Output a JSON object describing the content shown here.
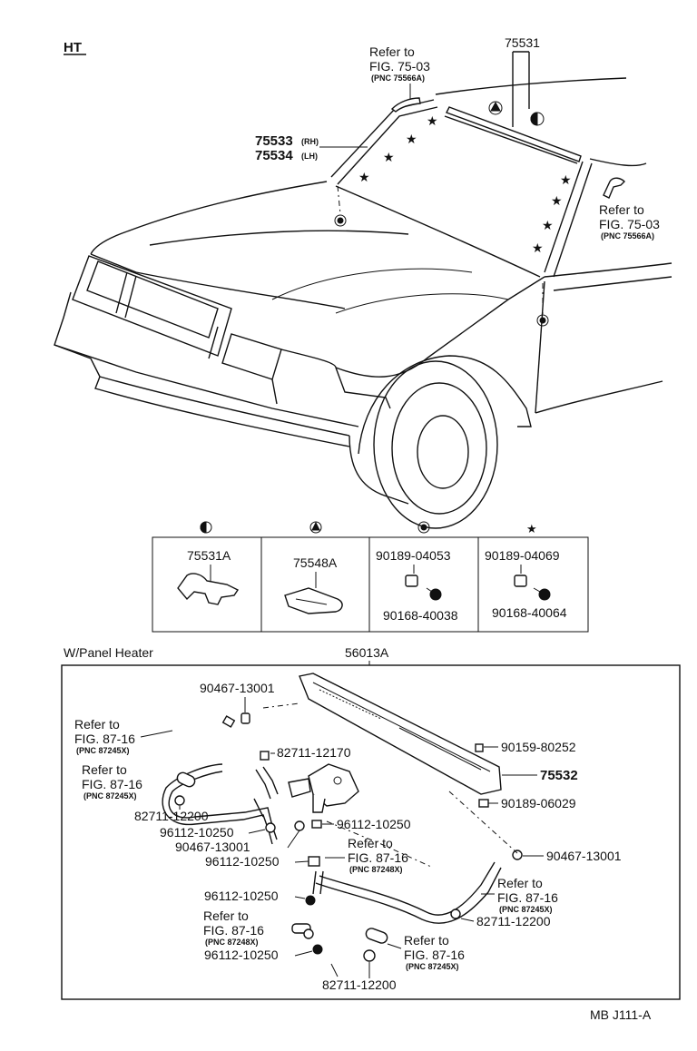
{
  "ht_label": "HT",
  "code": "MB J111-A",
  "top": {
    "p75531": "75531",
    "refer_a": {
      "l1": "Refer to",
      "l2": "FIG. 75-03",
      "pnc": "(PNC 75566A)"
    },
    "refer_b": {
      "l1": "Refer to",
      "l2": "FIG. 75-03",
      "pnc": "(PNC 75566A)"
    },
    "p75533": "75533",
    "p75533_side": "(RH)",
    "p75534": "75534",
    "p75534_side": "(LH)"
  },
  "legend": [
    {
      "symbol": "half-circle-icon",
      "part": "75531A"
    },
    {
      "symbol": "triangle-circle-icon",
      "part": "75548A"
    },
    {
      "symbol": "dot-circle-icon",
      "part_a": "90189-04053",
      "part_b": "90168-40038"
    },
    {
      "symbol": "star-icon",
      "part_a": "90189-04069",
      "part_b": "90168-40064"
    }
  ],
  "heater": {
    "title": "W/Panel Heater",
    "main_part": "56013A",
    "labels": {
      "p90467_a": "90467-13001",
      "p82711_12170": "82711-12170",
      "p82711_12200_a": "82711-12200",
      "p96112_a": "96112-10250",
      "p90467_b": "90467-13001",
      "p96112_b": "96112-10250",
      "p96112_c": "96112-10250",
      "p96112_d": "96112-10250",
      "p96112_e": "96112-10250",
      "p82711_12200_c": "82711-12200",
      "p90159": "90159-80252",
      "p75532": "75532",
      "p90189": "90189-06029",
      "p90467_c": "90467-13001",
      "p82711_12200_b": "82711-12200"
    },
    "refers": [
      {
        "l1": "Refer to",
        "l2": "FIG. 87-16",
        "pnc": "(PNC 87245X)"
      },
      {
        "l1": "Refer to",
        "l2": "FIG. 87-16",
        "pnc": "(PNC 87245X)"
      },
      {
        "l1": "Refer to",
        "l2": "FIG. 87-16",
        "pnc": "(PNC 87248X)"
      },
      {
        "l1": "Refer to",
        "l2": "FIG. 87-16",
        "pnc": "(PNC 87245X)"
      },
      {
        "l1": "Refer to",
        "l2": "FIG. 87-16",
        "pnc": "(PNC 87248X)"
      },
      {
        "l1": "Refer to",
        "l2": "FIG. 87-16",
        "pnc": "(PNC 87245X)"
      }
    ]
  }
}
